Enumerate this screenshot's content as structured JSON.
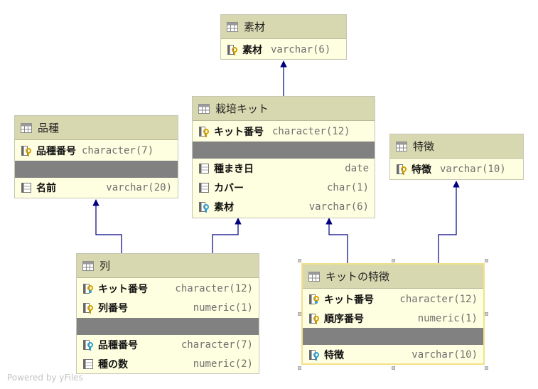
{
  "tables": {
    "material": {
      "name": "素材",
      "columns": [
        {
          "name": "素材",
          "type": "varchar(6)"
        }
      ]
    },
    "kit": {
      "name": "栽培キット",
      "pk": [
        {
          "name": "キット番号",
          "type": "character(12)"
        }
      ],
      "columns": [
        {
          "name": "種まき日",
          "type": "date"
        },
        {
          "name": "カバー",
          "type": "char(1)"
        },
        {
          "name": "素材",
          "type": "varchar(6)"
        }
      ]
    },
    "variety": {
      "name": "品種",
      "pk": [
        {
          "name": "品種番号",
          "type": "character(7)"
        }
      ],
      "columns": [
        {
          "name": "名前",
          "type": "varchar(20)"
        }
      ]
    },
    "feature": {
      "name": "特徴",
      "columns": [
        {
          "name": "特徴",
          "type": "varchar(10)"
        }
      ]
    },
    "row": {
      "name": "列",
      "pk": [
        {
          "name": "キット番号",
          "type": "character(12)"
        },
        {
          "name": "列番号",
          "type": "numeric(1)"
        }
      ],
      "columns": [
        {
          "name": "品種番号",
          "type": "character(7)"
        },
        {
          "name": "種の数",
          "type": "numeric(2)"
        }
      ]
    },
    "kit_feature": {
      "name": "キットの特徴",
      "pk": [
        {
          "name": "キット番号",
          "type": "character(12)"
        },
        {
          "name": "順序番号",
          "type": "numeric(1)"
        }
      ],
      "columns": [
        {
          "name": "特徴",
          "type": "varchar(10)"
        }
      ]
    }
  },
  "watermark": "Powered by yFiles",
  "colors": {
    "edge": "#000080",
    "header": "#d8d8b0",
    "body": "#fefee0",
    "separator": "#818181",
    "selection": "#f2e08a"
  }
}
